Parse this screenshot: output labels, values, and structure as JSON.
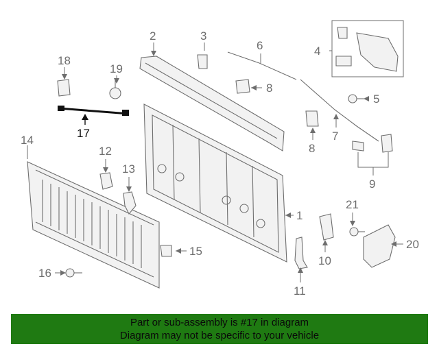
{
  "diagram": {
    "callouts": [
      {
        "id": "1",
        "label": "1"
      },
      {
        "id": "2",
        "label": "2"
      },
      {
        "id": "3",
        "label": "3"
      },
      {
        "id": "4",
        "label": "4"
      },
      {
        "id": "5",
        "label": "5"
      },
      {
        "id": "6",
        "label": "6"
      },
      {
        "id": "7",
        "label": "7"
      },
      {
        "id": "8a",
        "label": "8"
      },
      {
        "id": "8b",
        "label": "8"
      },
      {
        "id": "9",
        "label": "9"
      },
      {
        "id": "10",
        "label": "10"
      },
      {
        "id": "11",
        "label": "11"
      },
      {
        "id": "12",
        "label": "12"
      },
      {
        "id": "13",
        "label": "13"
      },
      {
        "id": "14",
        "label": "14"
      },
      {
        "id": "15",
        "label": "15"
      },
      {
        "id": "16",
        "label": "16"
      },
      {
        "id": "17",
        "label": "17"
      },
      {
        "id": "18",
        "label": "18"
      },
      {
        "id": "19",
        "label": "19"
      },
      {
        "id": "20",
        "label": "20"
      },
      {
        "id": "21",
        "label": "21"
      }
    ],
    "highlighted_part": "17"
  },
  "banner": {
    "line1": "Part or sub-assembly is #17 in diagram",
    "line2": "Diagram may not be specific to your vehicle"
  },
  "colors": {
    "banner_background": "#1f7a12",
    "line_art": "#6e6e6e",
    "highlight": "#111111"
  }
}
